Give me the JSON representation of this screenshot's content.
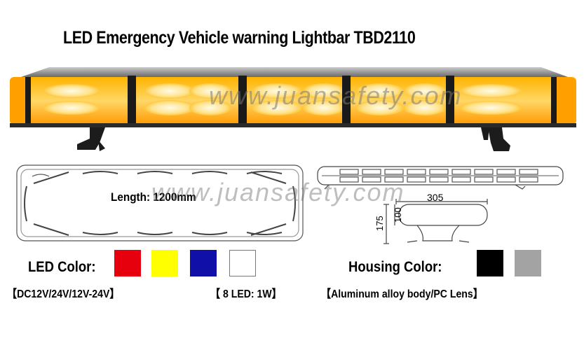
{
  "title": "LED Emergency Vehicle warning Lightbar TBD2110",
  "watermark": "www.juansafety.com",
  "drawing": {
    "length_label": "Length: 1200mm",
    "dim_width": "305",
    "dim_height_total": "175",
    "dim_height_bar": "100"
  },
  "led_color": {
    "label": "LED Color:",
    "swatches": [
      {
        "name": "red",
        "hex": "#e6000d"
      },
      {
        "name": "yellow",
        "hex": "#ffff00"
      },
      {
        "name": "blue",
        "hex": "#1010a8"
      },
      {
        "name": "white",
        "hex": "#ffffff"
      }
    ]
  },
  "housing_color": {
    "label": "Housing Color:",
    "swatches": [
      {
        "name": "black",
        "hex": "#000000"
      },
      {
        "name": "gray",
        "hex": "#a3a3a3"
      }
    ]
  },
  "specs": {
    "voltage": "【DC12V/24V/12V-24V】",
    "led": "【 8 LED: 1W】",
    "body": "【Aluminum alloy body/PC Lens】"
  },
  "colors": {
    "amber": "#ffb000",
    "amber_light": "#ffe9a0",
    "housing_dark": "#1a1a1a"
  }
}
